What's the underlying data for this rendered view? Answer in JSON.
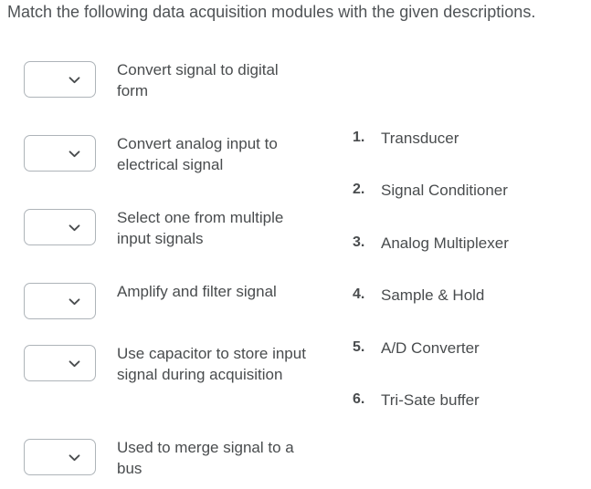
{
  "title": "Match the following data acquisition modules with the given descriptions.",
  "question": {
    "prompts": [
      {
        "description": "Convert signal to digital form",
        "selected_value": ""
      },
      {
        "description": "Convert analog input to electrical signal",
        "selected_value": ""
      },
      {
        "description": "Select one from multiple input signals",
        "selected_value": ""
      },
      {
        "description": "Amplify and filter signal",
        "selected_value": ""
      },
      {
        "description": "Use capacitor to store input signal during acquisition",
        "selected_value": ""
      },
      {
        "description": "Used to merge signal to a bus",
        "selected_value": ""
      }
    ],
    "options": [
      {
        "marker": "1.",
        "label": "Transducer"
      },
      {
        "marker": "2.",
        "label": "Signal Conditioner"
      },
      {
        "marker": "3.",
        "label": "Analog Multiplexer"
      },
      {
        "marker": "4.",
        "label": "Sample & Hold"
      },
      {
        "marker": "5.",
        "label": "A/D Converter"
      },
      {
        "marker": "6.",
        "label": "Tri-Sate buffer"
      }
    ]
  },
  "icons": {
    "dropdown_chevron": "chevron-down"
  },
  "colors": {
    "text": "#494c4e",
    "dropdown_border": "#aeb4b9",
    "chevron": "#494c4e",
    "background": "#ffffff"
  }
}
